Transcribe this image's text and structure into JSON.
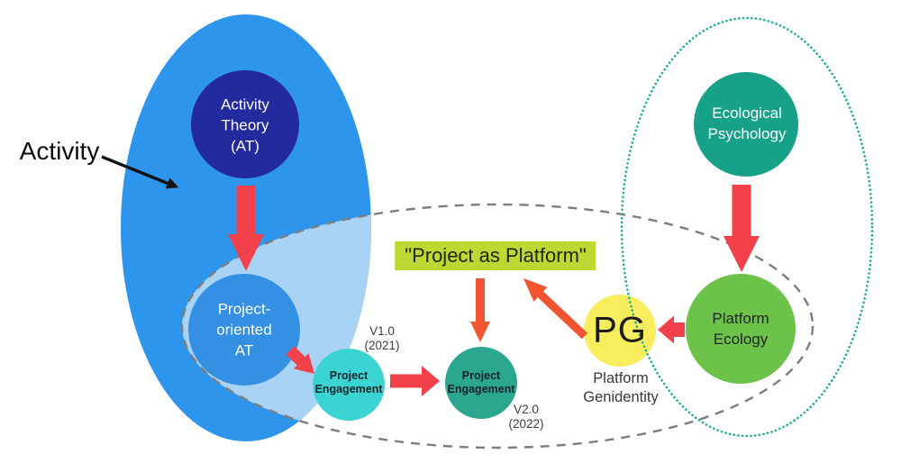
{
  "diagram": {
    "labels": {
      "activity": "Activity",
      "banner": "\"Project as Platform\""
    },
    "nodes": {
      "activity_theory": {
        "lines": [
          "Activity",
          "Theory",
          "(AT)"
        ]
      },
      "project_oriented_at": {
        "lines": [
          "Project-",
          "oriented",
          "AT"
        ]
      },
      "project_engagement_v1": {
        "lines": [
          "Project",
          "Engagement"
        ],
        "version": [
          "V1.0",
          "(2021)"
        ]
      },
      "project_engagement_v2": {
        "lines": [
          "Project",
          "Engagement"
        ],
        "version": [
          "V2.0",
          "(2022)"
        ]
      },
      "platform_genidentity": {
        "abbr": "PG",
        "caption": [
          "Platform",
          "Genidentity"
        ]
      },
      "platform_ecology": {
        "lines": [
          "Platform",
          "Ecology"
        ]
      },
      "ecological_psychology": {
        "lines": [
          "Ecological",
          "Psychology"
        ]
      }
    },
    "colors": {
      "activity_ellipse": "#2D96EC",
      "overlap_light": "#A9D3F5",
      "activity_theory_fill": "#232A9E",
      "project_oriented_at_fill": "#3490E2",
      "pe_v1_fill": "#3AD4D2",
      "pe_v2_fill": "#2CA78F",
      "pg_fill": "#F7ED5D",
      "platform_ecology_fill": "#6DC24A",
      "ecological_psychology_fill": "#17A189",
      "banner_bg": "#BED733",
      "dashed_gray": "#7D7D7D",
      "dotted_teal": "#1CAE94",
      "arrow_red": "#F2414B",
      "arrow_orange": "#F15430",
      "black": "#111111"
    }
  }
}
